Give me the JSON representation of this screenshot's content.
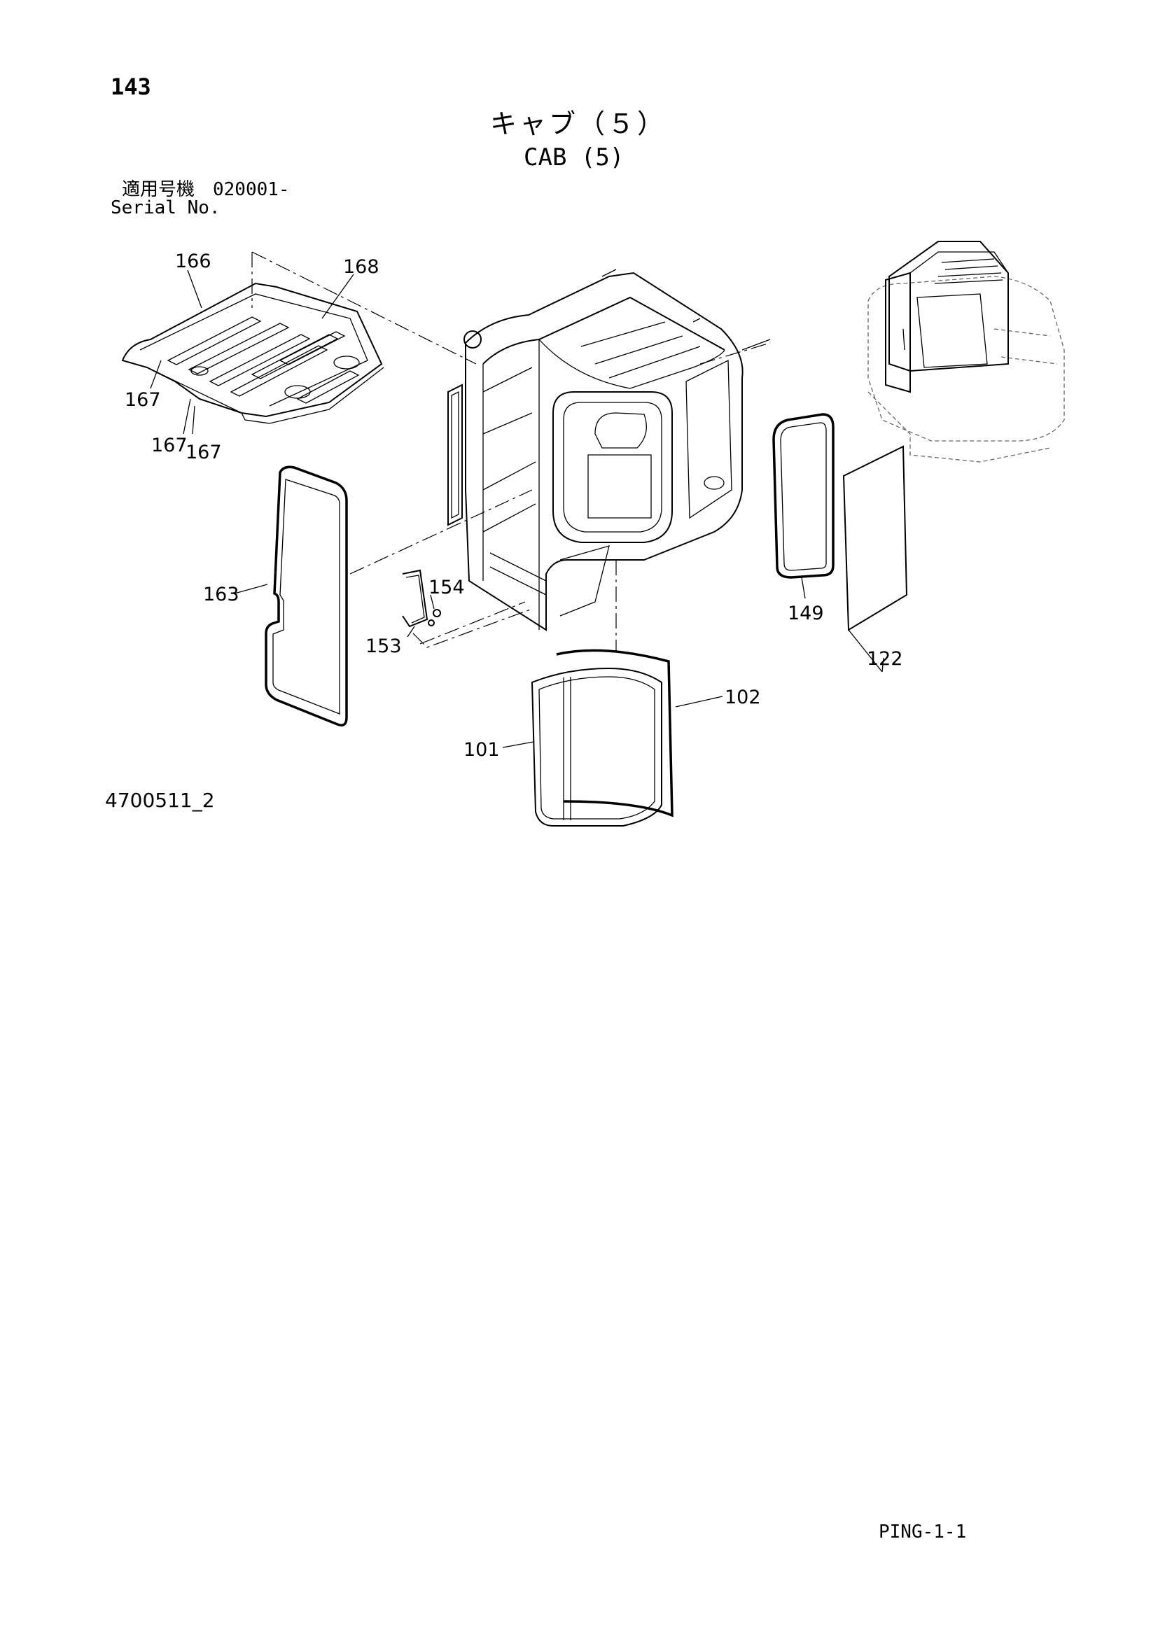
{
  "header": {
    "page_number": "143",
    "title_jp": "キャブ（５）",
    "title_en": "CAB (5)",
    "serial_label_jp": "適用号機　020001-",
    "serial_label_en": "Serial No."
  },
  "callouts": {
    "p166": "166",
    "p168": "168",
    "p167a": "167",
    "p167b": "167",
    "p167c": "167",
    "p163": "163",
    "p154": "154",
    "p153": "153",
    "p149": "149",
    "p122": "122",
    "p102": "102",
    "p101": "101"
  },
  "footer": {
    "drawing_id": "4700511_2",
    "page_code": "PING-1-1"
  }
}
